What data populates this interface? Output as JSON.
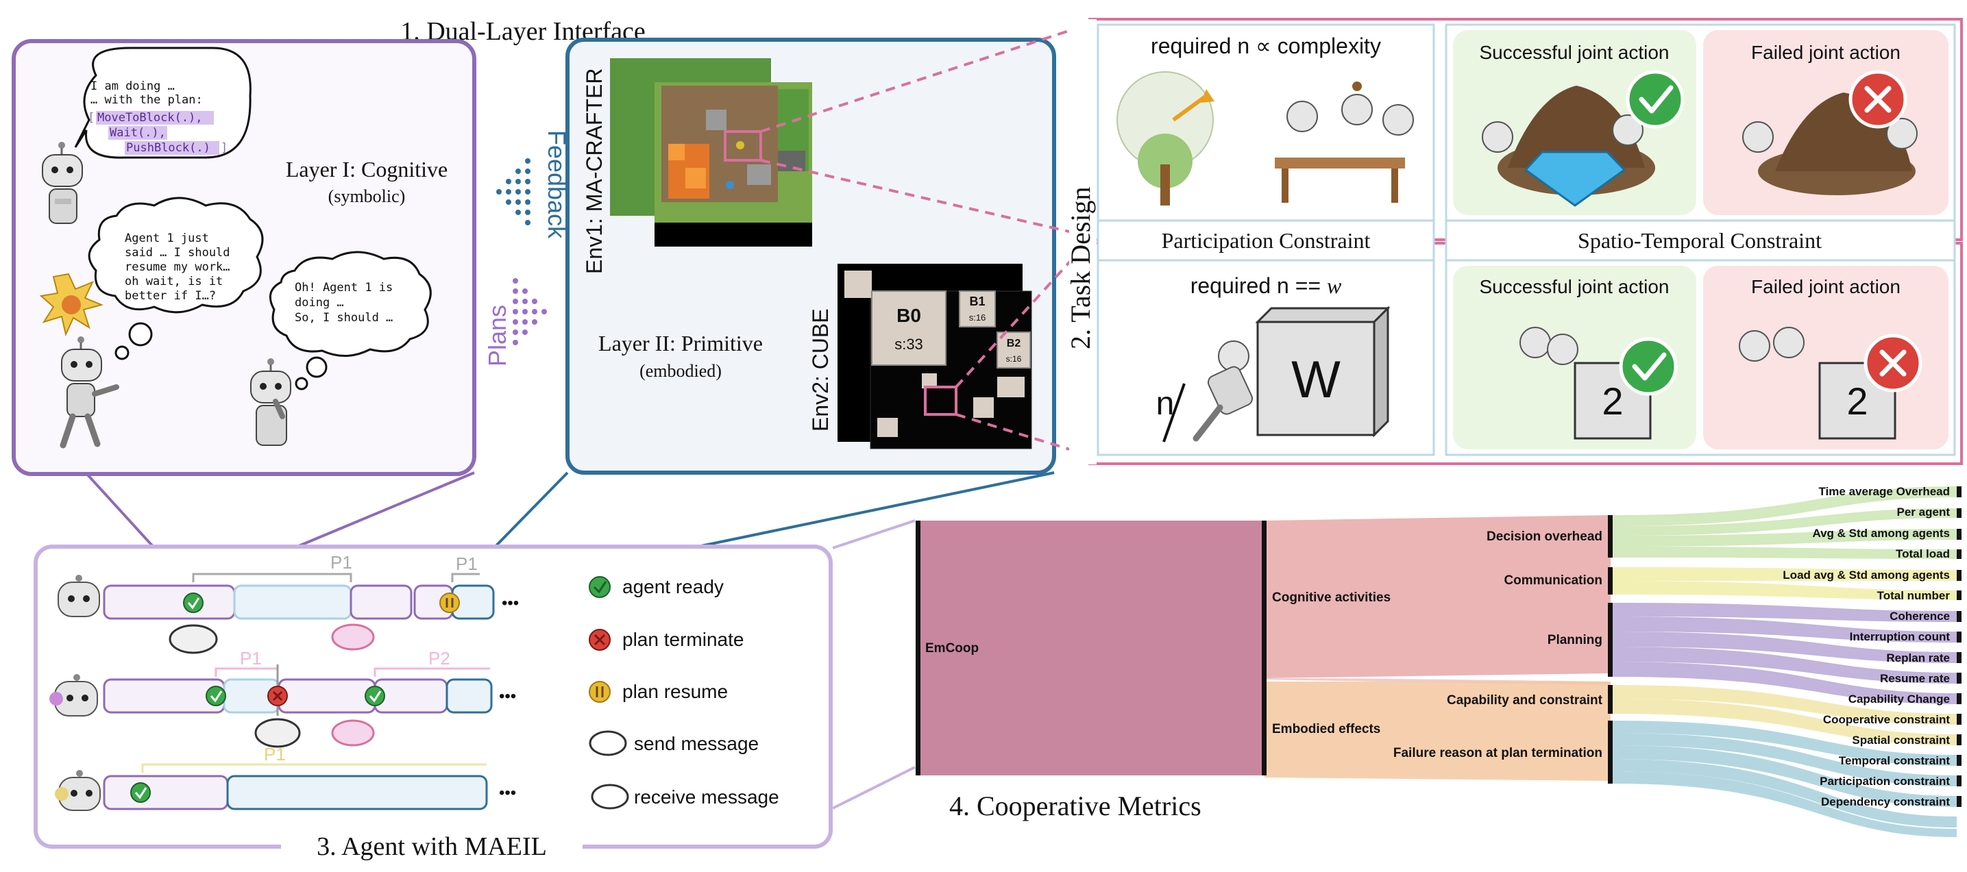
{
  "colors": {
    "purple": "#8e6bb8",
    "blue": "#2f6f9a",
    "pink": "#d9709e",
    "lightblue": "#a9d0e6",
    "green_check": "#3aa84a",
    "red_cross": "#d9413a",
    "yellow_pause": "#e8b92f",
    "sankey_main": "#c9879f",
    "sankey_cog": "#e8a8a8",
    "sankey_plan": "#b8a8d6",
    "sankey_emb": "#f4c8a0",
    "sankey_cap": "#f2e6a8",
    "sankey_fail": "#a8cfdc",
    "sankey_green": "#cce6b3"
  },
  "section1": {
    "title": "1. Dual-Layer Interface",
    "layer1_title": "Layer I: Cognitive",
    "layer1_sub": "(symbolic)",
    "bubble1_line1": "I am doing …",
    "bubble1_line2": "… with the plan:",
    "bubble1_code1": "MoveToBlock(.),",
    "bubble1_code2": "Wait(.),",
    "bubble1_code3": "PushBlock(.)",
    "bubble2_line1": "Agent 1 just",
    "bubble2_line2": "said … I should",
    "bubble2_line3": "resume my work…",
    "bubble2_line4": "oh wait, is it",
    "bubble2_line5": "better if I…?",
    "bubble3_line1": "Oh! Agent 1 is",
    "bubble3_line2": "doing …",
    "bubble3_line3": "So, I should …",
    "feedback_label": "Feedback",
    "plans_label": "Plans",
    "env1_label": "Env1: MA-CRAFTER",
    "env2_label": "Env2: CUBE",
    "layer2_title": "Layer II: Primitive",
    "layer2_sub": "(embodied)",
    "cube_b0": "B0",
    "cube_b0_s": "s:33",
    "cube_b1": "B1",
    "cube_b1_s": "s:16",
    "cube_b2": "B2",
    "cube_b2_s": "s:16"
  },
  "section2": {
    "title": "2. Task Design",
    "req_complexity": "required n ∝ complexity",
    "participation": "Participation Constraint",
    "spatio": "Spatio-Temporal Constraint",
    "req_w_prefix": "required n == ",
    "req_w_var": "w",
    "success1": "Successful joint action",
    "failed1": "Failed joint action",
    "success2": "Successful joint action",
    "failed2": "Failed joint action",
    "block_w": "W",
    "n_label": "n",
    "block_2a": "2",
    "block_2b": "2"
  },
  "section3": {
    "title": "3. Agent with MAEIL",
    "p1_a": "P1",
    "p1_b": "P1",
    "p1_c": "P1",
    "p2": "P2",
    "p1_d": "P1",
    "dots": "•••",
    "legend": [
      "agent ready",
      "plan terminate",
      "plan resume",
      "send message",
      "receive message"
    ]
  },
  "section4": {
    "title": "4. Cooperative Metrics",
    "root": "EmCoop",
    "cognitive": "Cognitive activities",
    "embodied": "Embodied effects",
    "decision_overhead": "Decision overhead",
    "communication": "Communication",
    "planning": "Planning",
    "capability": "Capability and constraint",
    "failure_reason": "Failure reason at plan termination",
    "leaves": [
      "Time average Overhead",
      "Per agent",
      "Avg & Std among agents",
      "Total load",
      "Load avg & Std among agents",
      "Total number",
      "Coherence",
      "Interruption count",
      "Replan rate",
      "Resume rate",
      "Capability Change",
      "Cooperative constraint",
      "Spatial constraint",
      "Temporal constraint",
      "Participation constraint",
      "Dependency constraint"
    ]
  }
}
